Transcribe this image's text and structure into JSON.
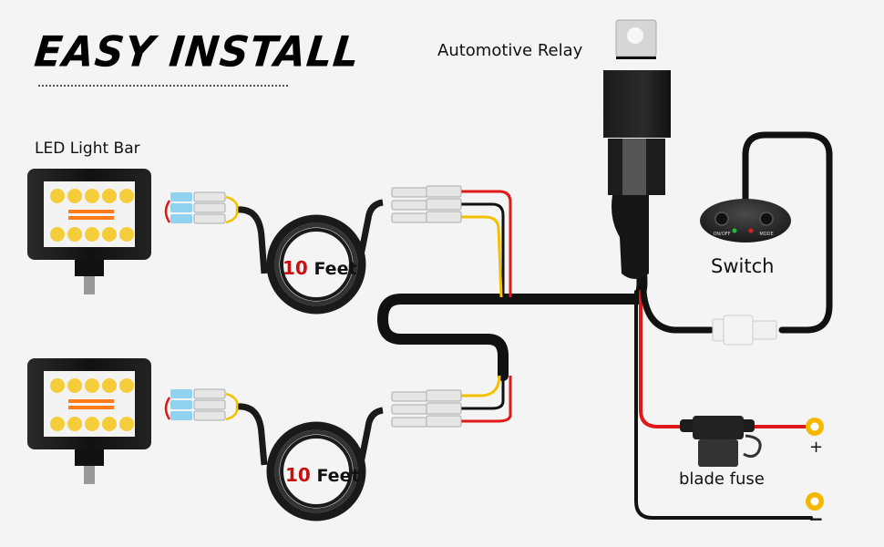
{
  "title": "EASY INSTALL",
  "labels": {
    "relay": "Automotive Relay",
    "led_light_bar": "LED Light Bar",
    "switch": "Switch",
    "blade_fuse": "blade fuse",
    "positive": "+",
    "negative": "−"
  },
  "switch_buttons": {
    "left": "ON/OFF",
    "right": "MODE"
  },
  "cables": [
    {
      "length_number": "10",
      "length_unit": "Feet"
    },
    {
      "length_number": "10",
      "length_unit": "Feet"
    }
  ],
  "colors": {
    "background": "#f4f4f4",
    "wire_black": "#111111",
    "wire_red": "#e01818",
    "wire_yellow": "#f2c200",
    "terminal_ring": "#f5b800",
    "connector_blue": "#8fd3f0",
    "accent_red_text": "#c81010"
  }
}
